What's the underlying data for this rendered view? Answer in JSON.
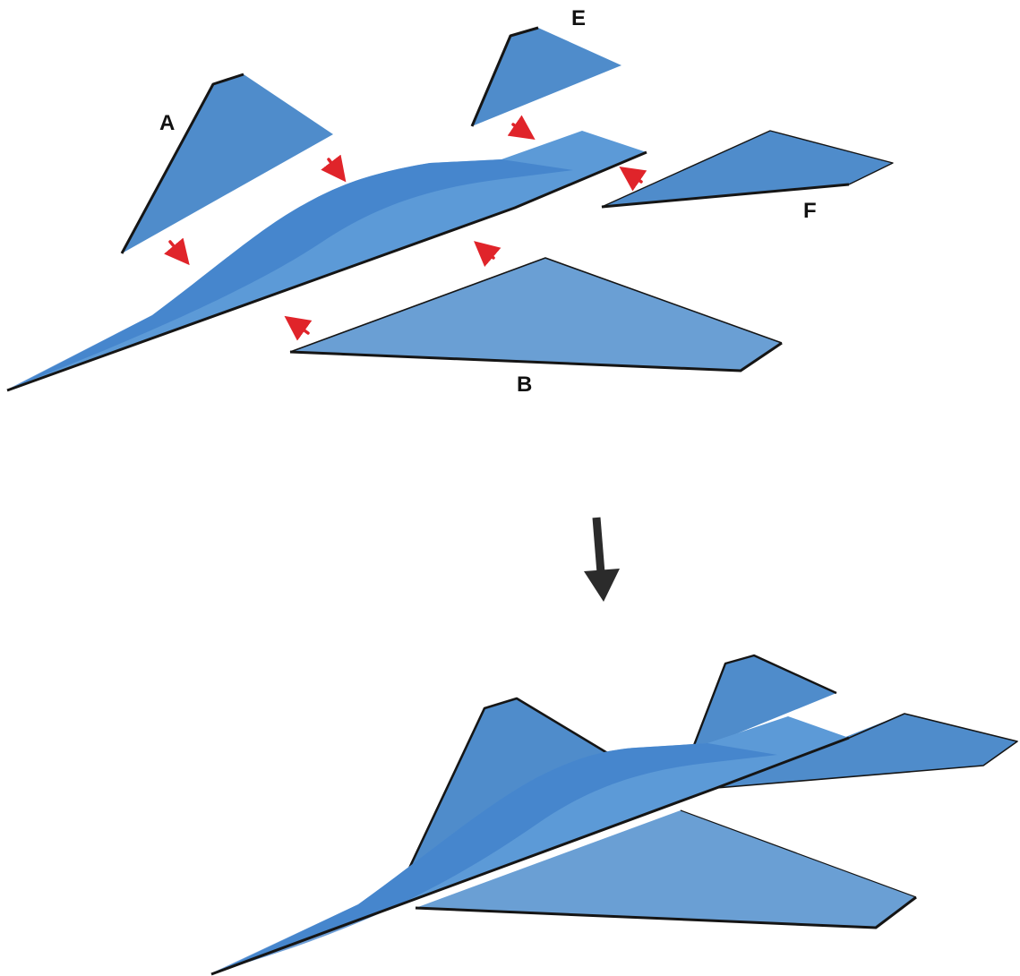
{
  "labels": {
    "a": "A",
    "b": "B",
    "e": "E",
    "f": "F"
  },
  "colors": {
    "wing_fill": "#4f8ccb",
    "wing_fill_light": "#6a9fd4",
    "body_fill": "#5c9ad7",
    "body_ridge": "#3f7fca",
    "outline": "#151515",
    "assembly_arrow": "#e0242a",
    "flow_arrow": "#2b2b2b",
    "background": "#ffffff"
  }
}
